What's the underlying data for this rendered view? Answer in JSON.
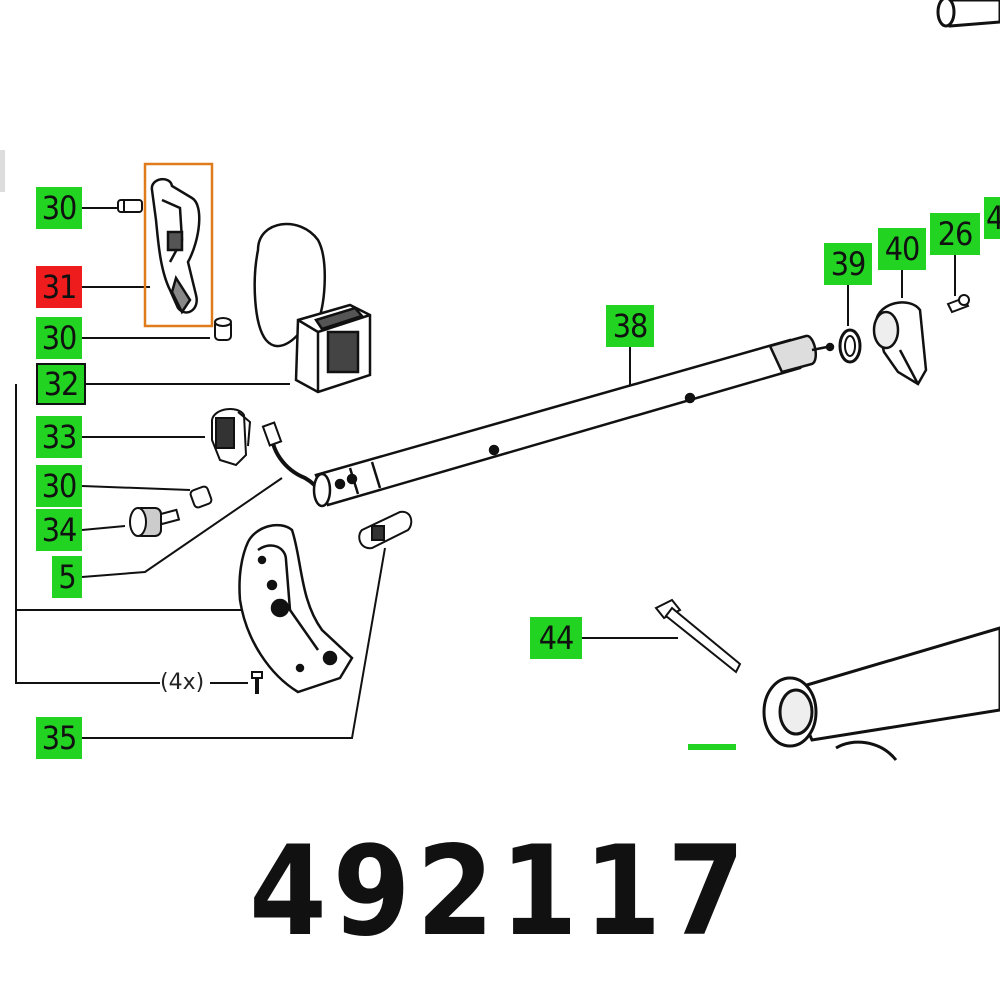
{
  "diagram": {
    "part_number": "492117",
    "quantity_note": "(4x)",
    "highlight_color": "#e07b1c",
    "label_color": "#22d322",
    "selected_label_color": "#ee1c1c",
    "callouts": [
      {
        "id": "30a",
        "text": "30",
        "state": "normal"
      },
      {
        "id": "31",
        "text": "31",
        "state": "selected"
      },
      {
        "id": "30b",
        "text": "30",
        "state": "normal"
      },
      {
        "id": "32",
        "text": "32",
        "state": "group"
      },
      {
        "id": "33",
        "text": "33",
        "state": "normal"
      },
      {
        "id": "30c",
        "text": "30",
        "state": "normal"
      },
      {
        "id": "34",
        "text": "34",
        "state": "normal"
      },
      {
        "id": "5",
        "text": "5",
        "state": "normal"
      },
      {
        "id": "35",
        "text": "35",
        "state": "normal"
      },
      {
        "id": "38",
        "text": "38",
        "state": "normal"
      },
      {
        "id": "39",
        "text": "39",
        "state": "normal"
      },
      {
        "id": "40",
        "text": "40",
        "state": "normal"
      },
      {
        "id": "26",
        "text": "26",
        "state": "normal"
      },
      {
        "id": "4x",
        "text": "4",
        "state": "normal"
      },
      {
        "id": "44",
        "text": "44",
        "state": "normal"
      }
    ]
  }
}
